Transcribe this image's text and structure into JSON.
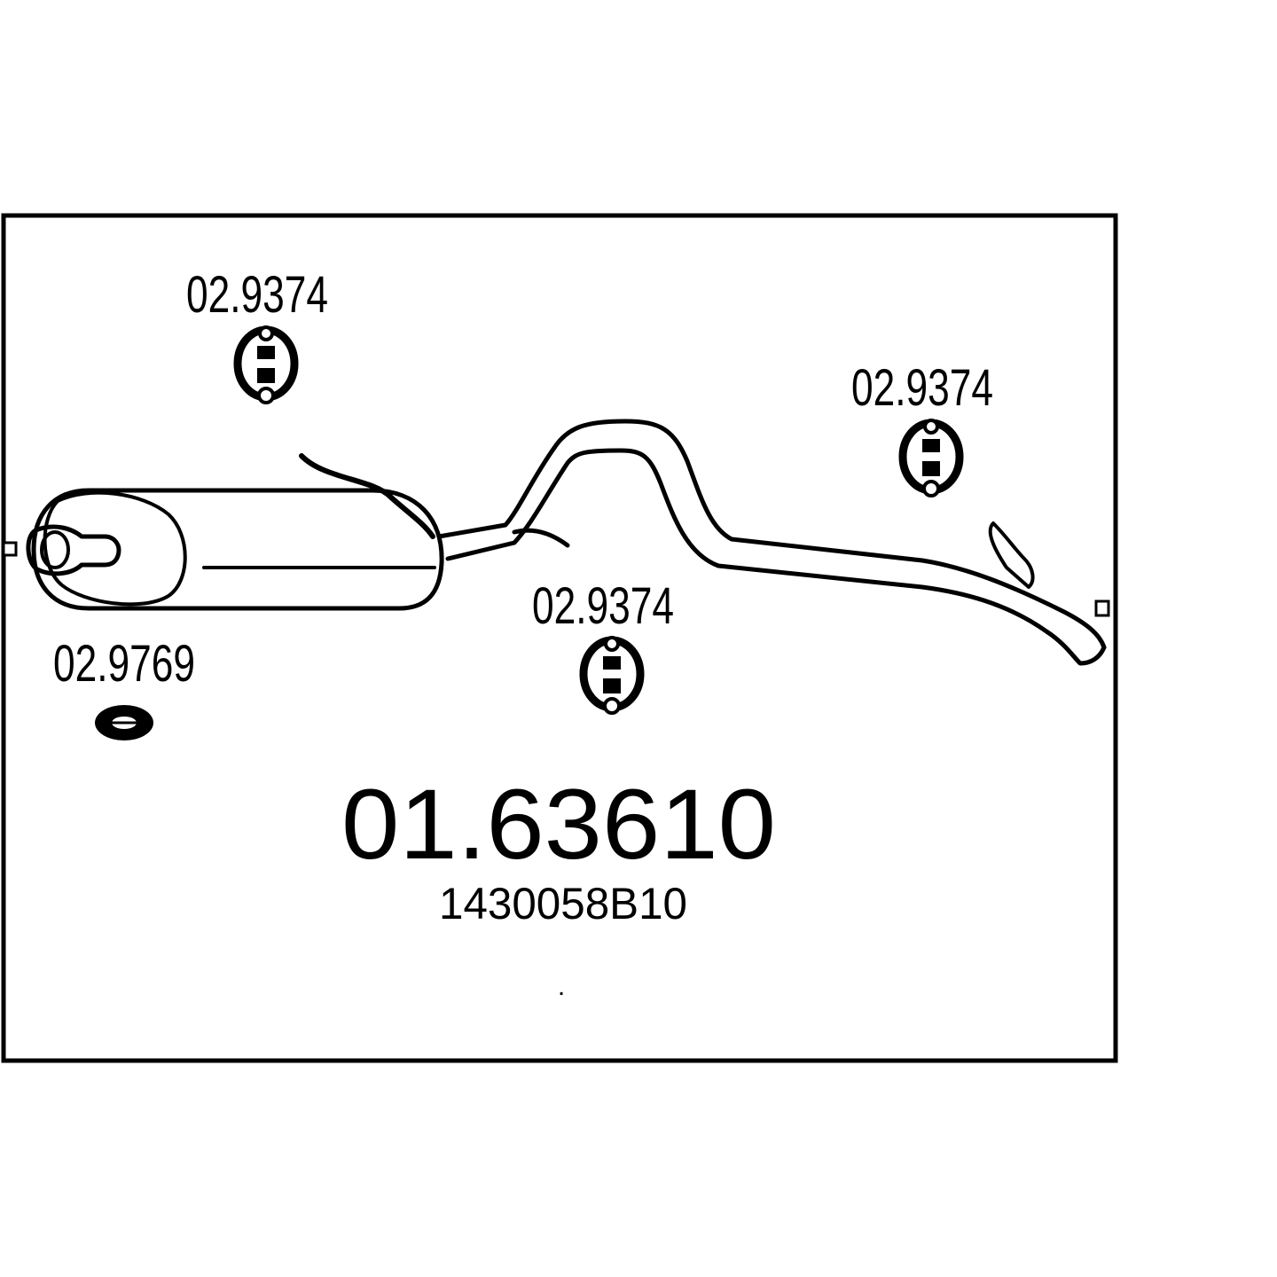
{
  "diagram": {
    "part_number": "01.63610",
    "oe_number": "1430058B10",
    "footnote": ".",
    "components": [
      {
        "name": "rear-muffler",
        "kind": "silencer"
      },
      {
        "name": "tail-pipe",
        "kind": "pipe"
      }
    ],
    "hangers": [
      {
        "id": "hanger-top-left",
        "code": "02.9374",
        "type": "rubber-hanger"
      },
      {
        "id": "hanger-top-right",
        "code": "02.9374",
        "type": "rubber-hanger"
      },
      {
        "id": "hanger-middle",
        "code": "02.9374",
        "type": "rubber-hanger"
      },
      {
        "id": "ring-bottom-left",
        "code": "02.9769",
        "type": "rubber-ring"
      }
    ]
  }
}
